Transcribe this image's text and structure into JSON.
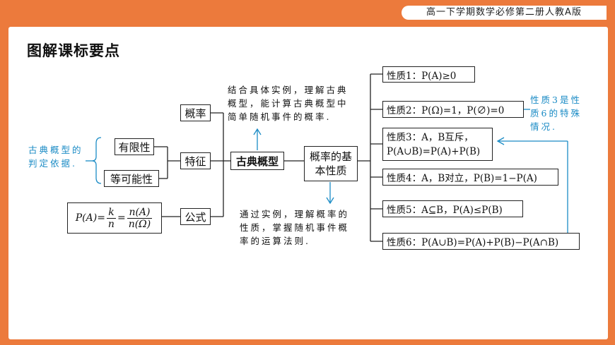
{
  "header": {
    "tag": "高一下学期数学必修第二册人教A版"
  },
  "title": "图解课标要点",
  "nodes": {
    "center": "古典概型",
    "probability": "概率",
    "feature": "特征",
    "formula_label": "公式",
    "finite": "有限性",
    "equal": "等可能性",
    "basic_line1": "概率的基",
    "basic_line2": "本性质"
  },
  "formula": {
    "lhs": "P(A)=",
    "k": "k",
    "n": "n",
    "eq": "=",
    "nA": "n(A)",
    "nOmega": "n(Ω)"
  },
  "notes": {
    "top": [
      "结合具体实例，理解古典",
      "概型，能计算古典概型中",
      "简单随机事件的概率."
    ],
    "bottom": [
      "通过实例，理解概率的",
      "性质，掌握随机事件概",
      "率的运算法则."
    ],
    "left": [
      "古典概型的",
      "判定依据."
    ],
    "right": [
      "性质3是性",
      "质6的特殊",
      "情况."
    ]
  },
  "properties": [
    "性质1：P(A)≥0",
    "性质2：P(Ω)=1，P(∅)=0",
    "性质3：A，B互斥，",
    "P(A∪B)=P(A)+P(B)",
    "性质4：A，B对立，P(B)=1−P(A)",
    "性质5：A⊆B，P(A)≤P(B)",
    "性质6：P(A∪B)=P(A)+P(B)−P(A∩B)"
  ],
  "colors": {
    "background": "#ec7a3c",
    "annotation": "#1a8bc5"
  }
}
